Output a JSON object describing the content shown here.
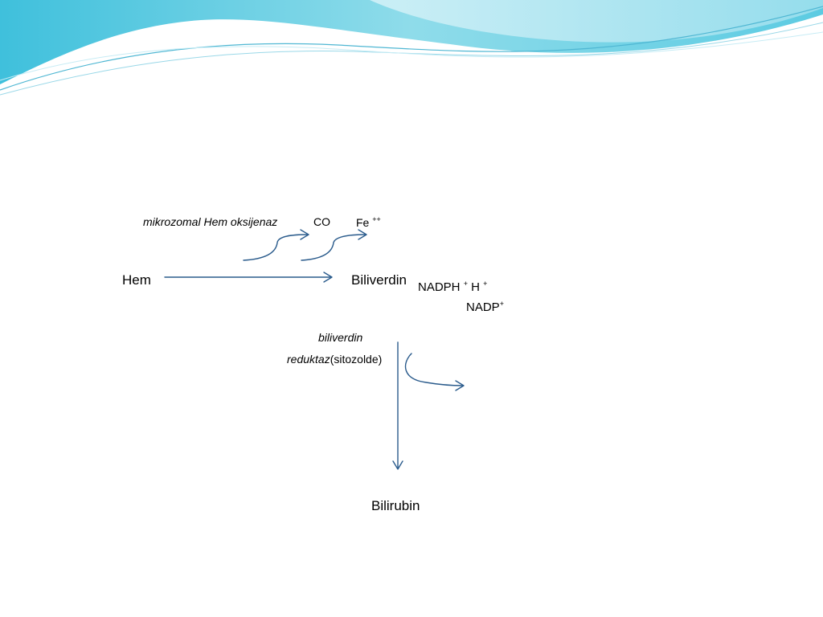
{
  "diagram": {
    "enzyme1": "mikrozomal Hem oksijenaz",
    "co": "CO",
    "fe": "Fe",
    "fe_charge": "++",
    "hem": "Hem",
    "biliverdin": "Biliverdin",
    "nadph": "NADPH",
    "nadph_charge": "+",
    "h": "H",
    "h_charge": "+",
    "nadp": "NADP",
    "nadp_charge": "+",
    "enzyme2_line1": "biliverdin",
    "enzyme2_italic": "reduktaz",
    "enzyme2_location": "(sitozolde)",
    "bilirubin": "Bilirubin"
  },
  "colors": {
    "arrow": "#2a5b8c",
    "wave_dark": "#4fc3de",
    "wave_light": "#bfeaf4"
  }
}
